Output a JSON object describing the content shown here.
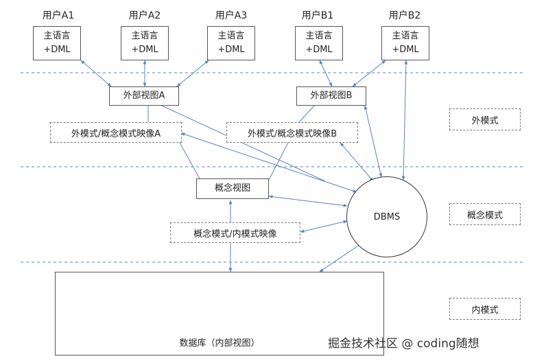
{
  "users": [
    {
      "label": "用户A1",
      "box_line1": "主语言",
      "box_line2": "+DML"
    },
    {
      "label": "用户A2",
      "box_line1": "主语言",
      "box_line2": "+DML"
    },
    {
      "label": "用户A3",
      "box_line1": "主语言",
      "box_line2": "+DML"
    },
    {
      "label": "用户B1",
      "box_line1": "主语言",
      "box_line2": "+DML"
    },
    {
      "label": "用户B2",
      "box_line1": "主语言",
      "box_line2": "+DML"
    }
  ],
  "external_views": {
    "a": "外部视图A",
    "b": "外部视图B"
  },
  "mappings": {
    "ext_a": "外模式/概念模式映像A",
    "ext_b": "外模式/概念模式映像B",
    "conceptual_internal": "概念模式/内模式映像"
  },
  "conceptual_view": "概念视图",
  "dbms": "DBMS",
  "levels": {
    "external": "外模式",
    "conceptual": "概念模式",
    "internal": "内模式"
  },
  "database_label": "数据库（内部视图）",
  "watermark": "掘金技术社区 @ coding随想",
  "colors": {
    "arrow": "#5b7fc7",
    "separator": "#7a96d4"
  }
}
